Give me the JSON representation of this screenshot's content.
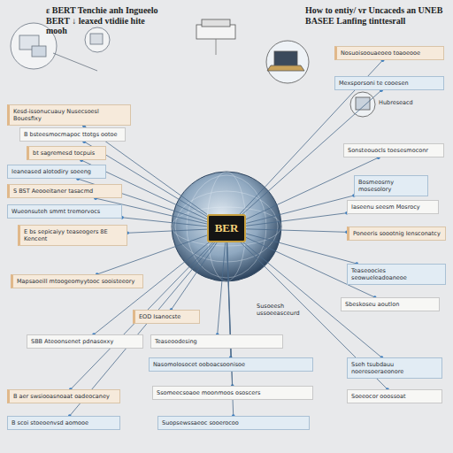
{
  "diagram": {
    "title": "ε BERT Tenchie anh Ingueelo BERT ↓ leaxed vtidiie hite mooh",
    "nodes": [
      {
        "text": [
          "BER"
        ]
      },
      {
        "text": [
          "Kesd-issonucuauy Nusecsoesl Bouesfixy"
        ]
      },
      {
        "text": [
          "B bsteesmocmapoc ttotgs ootoe"
        ]
      },
      {
        "text": [
          "bt sagremesd tocpuis"
        ]
      },
      {
        "text": [
          "Ieaneased alotodiry soeeng"
        ]
      },
      {
        "text": [
          "S BST Aeooeitaner tasacmd"
        ]
      },
      {
        "text": [
          "Wueonsuteh smmt tremorvocs"
        ]
      },
      {
        "text": [
          "E bs sepicaiyy teaseogers 8E Kencent"
        ]
      },
      {
        "text": [
          "Mapsaoeill mtoogeomyytooc sooisteeory"
        ]
      },
      {
        "text": [
          "SBB Ateoonsenet pdnasoxxy"
        ]
      },
      {
        "text": [
          "B aer swsiooasnoaat oadeocaney"
        ]
      },
      {
        "text": [
          "B scoi stoeoenvsd aomooe"
        ]
      },
      {
        "text": [
          "Nosuoisoouaeoeo toaoeooe"
        ]
      },
      {
        "text": [
          "Mexsporsoni te cooesen"
        ]
      },
      {
        "text": [
          "Sonsteouocls toesesmoconr"
        ]
      },
      {
        "text": [
          "Bosmeosrny mosesolory"
        ]
      },
      {
        "text": [
          "Iaseenu seesm Mosrocy"
        ]
      },
      {
        "text": [
          "Poneeris soootnig Iensconatcy"
        ]
      },
      {
        "text": [
          "Teaseoocies seowueleadoaneoe"
        ]
      },
      {
        "text": [
          "Sbeskoseu aoutlon"
        ]
      },
      {
        "text": [
          "Sseh tsubdauu noeresoeraeonore"
        ]
      },
      {
        "text": [
          "Soeeocor ooossoat"
        ]
      },
      {
        "text": [
          "EOD Isanocste"
        ]
      },
      {
        "text": [
          "Teaseoodesing"
        ]
      },
      {
        "text": [
          "Nasomolosocet ooboacsoonisoe"
        ]
      },
      {
        "text": [
          "Ssomeecsoaoe moonmoos ososcers"
        ]
      },
      {
        "text": [
          "Suopsewssaeoc sooerocoo"
        ]
      }
    ],
    "edges": [
      {
        "from": 0,
        "to": 1,
        "arrow": "none"
      },
      {
        "from": 0,
        "to": 2,
        "arrow": "none"
      },
      {
        "from": 0,
        "to": 3,
        "arrow": "none"
      },
      {
        "from": 0,
        "to": 4,
        "arrow": "none"
      },
      {
        "from": 0,
        "to": 5,
        "arrow": "none"
      },
      {
        "from": 0,
        "to": 6,
        "arrow": "none"
      },
      {
        "from": 0,
        "to": 7,
        "arrow": "none"
      },
      {
        "from": 0,
        "to": 8,
        "arrow": "none"
      },
      {
        "from": 0,
        "to": 9,
        "arrow": "none"
      },
      {
        "from": 0,
        "to": 10,
        "arrow": "none"
      },
      {
        "from": 0,
        "to": 11,
        "arrow": "none"
      },
      {
        "from": 0,
        "to": 12,
        "arrow": "none"
      },
      {
        "from": 0,
        "to": 13,
        "arrow": "none"
      },
      {
        "from": 0,
        "to": 14,
        "arrow": "none"
      },
      {
        "from": 0,
        "to": 15,
        "arrow": "none"
      },
      {
        "from": 0,
        "to": 16,
        "arrow": "none"
      },
      {
        "from": 0,
        "to": 17,
        "arrow": "none"
      },
      {
        "from": 0,
        "to": 18,
        "arrow": "none"
      },
      {
        "from": 0,
        "to": 19,
        "arrow": "none"
      },
      {
        "from": 0,
        "to": 20,
        "arrow": "none"
      },
      {
        "from": 0,
        "to": 21,
        "arrow": "none"
      },
      {
        "from": 0,
        "to": 22,
        "arrow": "none"
      },
      {
        "from": 0,
        "to": 23,
        "arrow": "none"
      },
      {
        "from": 0,
        "to": 24,
        "arrow": "none"
      },
      {
        "from": 0,
        "to": 25,
        "arrow": "none"
      },
      {
        "from": 0,
        "to": 26,
        "arrow": "none"
      }
    ],
    "labels": [
      "How to entiy/ vr Uncaceds an UNEB BASEE Lanfing tinttesrall",
      "Hubreseacd",
      "Susoeesh ussoeeasceurd"
    ]
  }
}
